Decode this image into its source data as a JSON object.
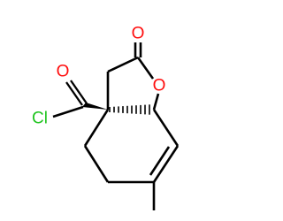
{
  "molecule": {
    "atoms": {
      "ring_oxygen": {
        "symbol": "O",
        "color": "#ff0d0d"
      },
      "lactone_carbonyl_oxygen": {
        "symbol": "O",
        "color": "#ff0d0d"
      },
      "acyl_carbonyl_oxygen": {
        "symbol": "O",
        "color": "#ff0d0d"
      },
      "chlorine": {
        "symbol": "Cl",
        "color": "#1fc41f"
      }
    }
  }
}
